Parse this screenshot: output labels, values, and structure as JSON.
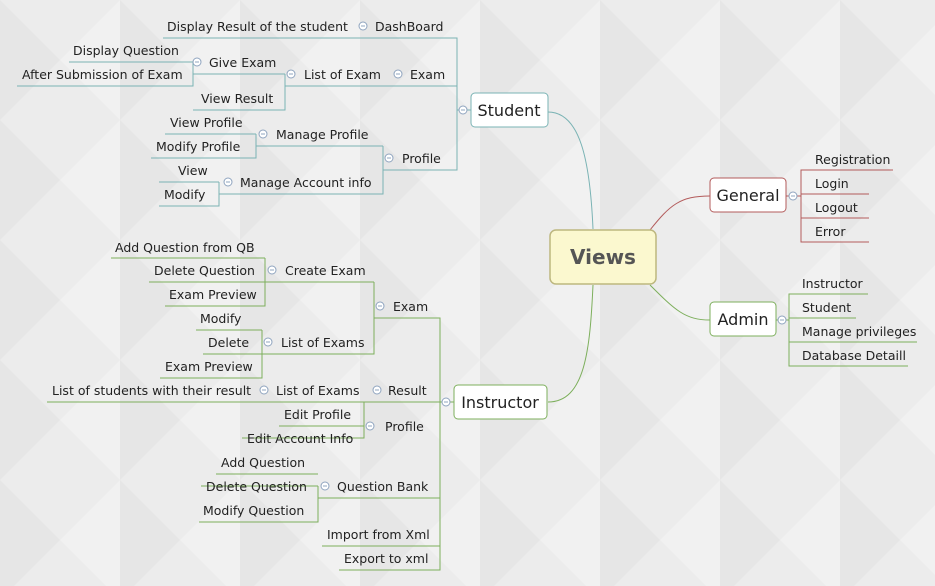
{
  "central": "Views",
  "colors": {
    "background": "#ececec",
    "central_fill": "#fbf8cf",
    "central_border": "#bdb77f",
    "central_text": "#555555",
    "student": "#7ab3b4",
    "instructor": "#7daf5c",
    "general": "#b35b5b",
    "admin": "#7daf5c",
    "text": "#222222",
    "collapse_icon": "#8fa4bf"
  },
  "branches": {
    "student": {
      "label": "Student",
      "dashboard": {
        "label": "DashBoard",
        "item": "Display Result of the student"
      },
      "exam": {
        "label": "Exam",
        "list_of_exam": {
          "label": "List of Exam",
          "give_exam": {
            "label": "Give Exam",
            "items": [
              "Display Question",
              "After Submission of Exam"
            ]
          },
          "view_result": "View Result"
        }
      },
      "profile": {
        "label": "Profile",
        "manage_profile": {
          "label": "Manage Profile",
          "items": [
            "View Profile",
            "Modify Profile"
          ]
        },
        "manage_account": {
          "label": "Manage Account info",
          "items": [
            "View",
            "Modify"
          ]
        }
      }
    },
    "instructor": {
      "label": "Instructor",
      "exam": {
        "label": "Exam",
        "create_exam": {
          "label": "Create Exam",
          "items": [
            "Add Question from QB",
            "Delete Question",
            "Exam Preview"
          ]
        },
        "list_of_exams": {
          "label": "List of Exams",
          "items": [
            "Modify",
            "Delete",
            "Exam Preview"
          ]
        }
      },
      "result": {
        "label": "Result",
        "list_of_exams": {
          "label": "List of Exams",
          "item": "List of students with their result"
        }
      },
      "profile": {
        "label": "Profile",
        "items": [
          "Edit Profile",
          "Edit Account Info"
        ]
      },
      "question_bank": {
        "label": "Question Bank",
        "items": [
          "Add Question",
          "Delete Question",
          "Modify Question"
        ]
      },
      "import": "Import from Xml",
      "export": "Export to xml"
    },
    "general": {
      "label": "General",
      "items": [
        "Registration",
        "Login",
        "Logout",
        "Error"
      ]
    },
    "admin": {
      "label": "Admin",
      "items": [
        "Instructor",
        "Student",
        "Manage privileges",
        "Database Detaill"
      ]
    }
  }
}
